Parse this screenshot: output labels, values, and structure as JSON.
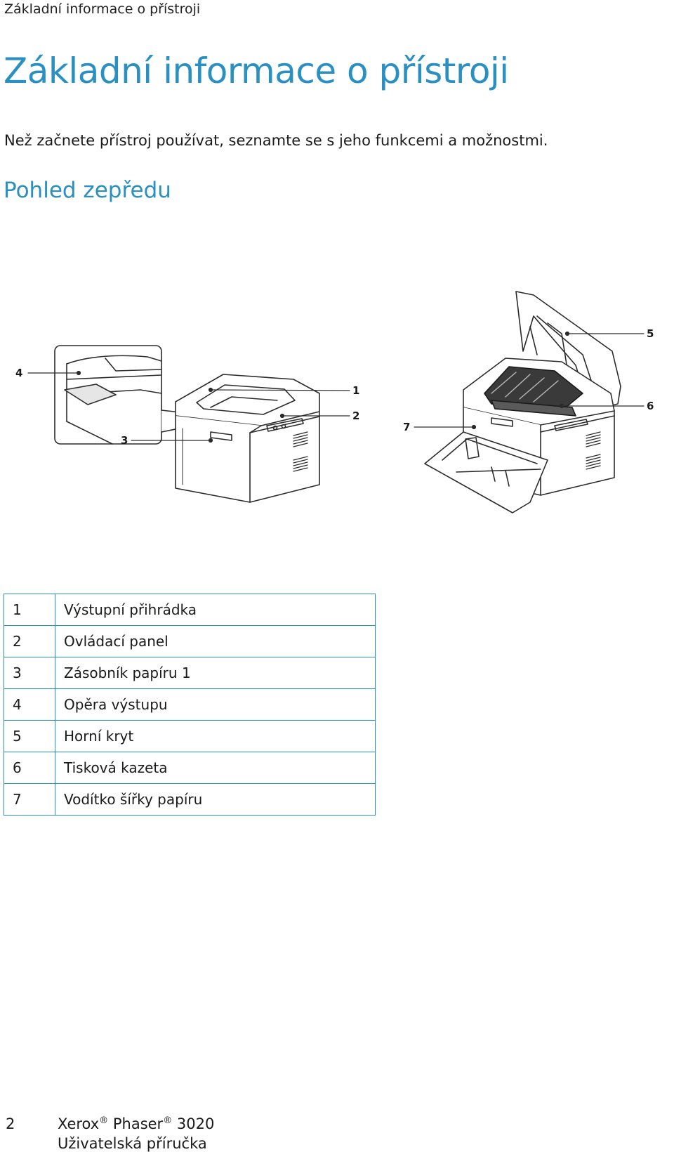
{
  "header": {
    "running_title": "Základní informace o přístroji"
  },
  "page": {
    "title": "Základní informace o přístroji",
    "intro": "Než začnete přístroj používat, seznamte se s jeho funkcemi a možnostmi.",
    "section_title": "Pohled zepředu"
  },
  "figure": {
    "callouts": [
      "1",
      "2",
      "3",
      "4",
      "5",
      "6",
      "7"
    ]
  },
  "parts": [
    {
      "num": "1",
      "label": "Výstupní přihrádka"
    },
    {
      "num": "2",
      "label": "Ovládací panel"
    },
    {
      "num": "3",
      "label": "Zásobník papíru 1"
    },
    {
      "num": "4",
      "label": "Opěra výstupu"
    },
    {
      "num": "5",
      "label": "Horní kryt"
    },
    {
      "num": "6",
      "label": "Tisková kazeta"
    },
    {
      "num": "7",
      "label": "Vodítko šířky papíru"
    }
  ],
  "footer": {
    "page_number": "2",
    "brand": "Xerox",
    "registered": "®",
    "product": "Phaser",
    "model": "3020",
    "guide": "Uživatelská příručka"
  },
  "colors": {
    "accent": "#2a8fc1",
    "text": "#1a1a1a"
  }
}
